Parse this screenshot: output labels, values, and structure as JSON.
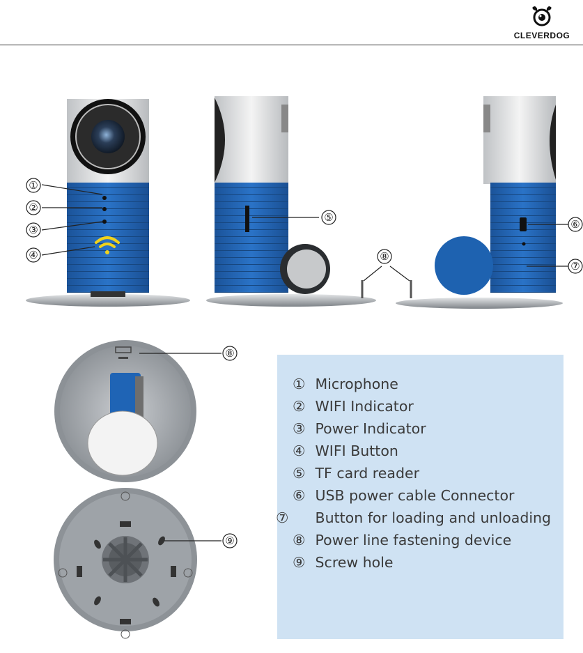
{
  "header": {
    "logo_text": "CLEVERDOG",
    "logo_icon": "dog-face-icon"
  },
  "callouts": [
    "①",
    "②",
    "③",
    "④",
    "⑤",
    "⑥",
    "⑦",
    "⑧",
    "⑨"
  ],
  "legend": {
    "items": [
      {
        "num": "①",
        "label": "Microphone"
      },
      {
        "num": "②",
        "label": "WIFI Indicator"
      },
      {
        "num": "③",
        "label": "Power Indicator"
      },
      {
        "num": "④",
        "label": "WIFI Button"
      },
      {
        "num": "⑤",
        "label": "TF card reader"
      },
      {
        "num": "⑥",
        "label": "USB power cable Connector"
      },
      {
        "num": "⑦",
        "label": "Button for loading and unloading"
      },
      {
        "num": "⑧",
        "label": "Power line fastening device"
      },
      {
        "num": "⑨",
        "label": "Screw hole"
      }
    ]
  },
  "colors": {
    "body_blue": "#1f5fae",
    "cap_silver": "#d9d9d9",
    "base_gray": "#9aa0a6",
    "legend_bg": "#cfe2f3",
    "wifi_yellow": "#f1d21a"
  }
}
